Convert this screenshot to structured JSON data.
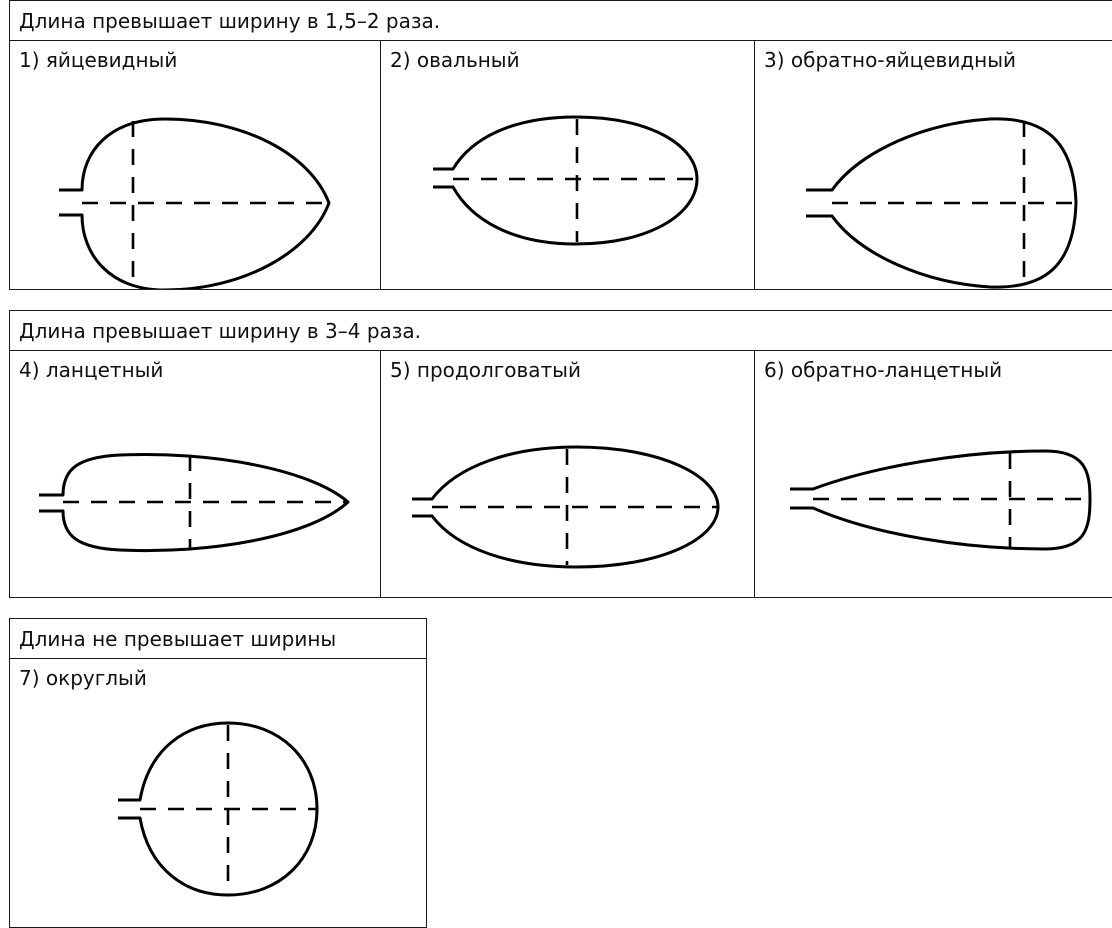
{
  "groups": [
    {
      "header": "Длина превышает ширину в 1,5–2 раза.",
      "items": [
        {
          "label": "1) яйцевидный"
        },
        {
          "label": "2) овальный"
        },
        {
          "label": "3) обратно-яйцевидный"
        }
      ]
    },
    {
      "header": "Длина превышает ширину в 3–4 раза.",
      "items": [
        {
          "label": "4) ланцетный"
        },
        {
          "label": "5) продолговатый"
        },
        {
          "label": "6) обратно-ланцетный"
        }
      ]
    },
    {
      "header": "Длина не превышает ширины",
      "items": [
        {
          "label": "7) округлый"
        }
      ]
    }
  ]
}
